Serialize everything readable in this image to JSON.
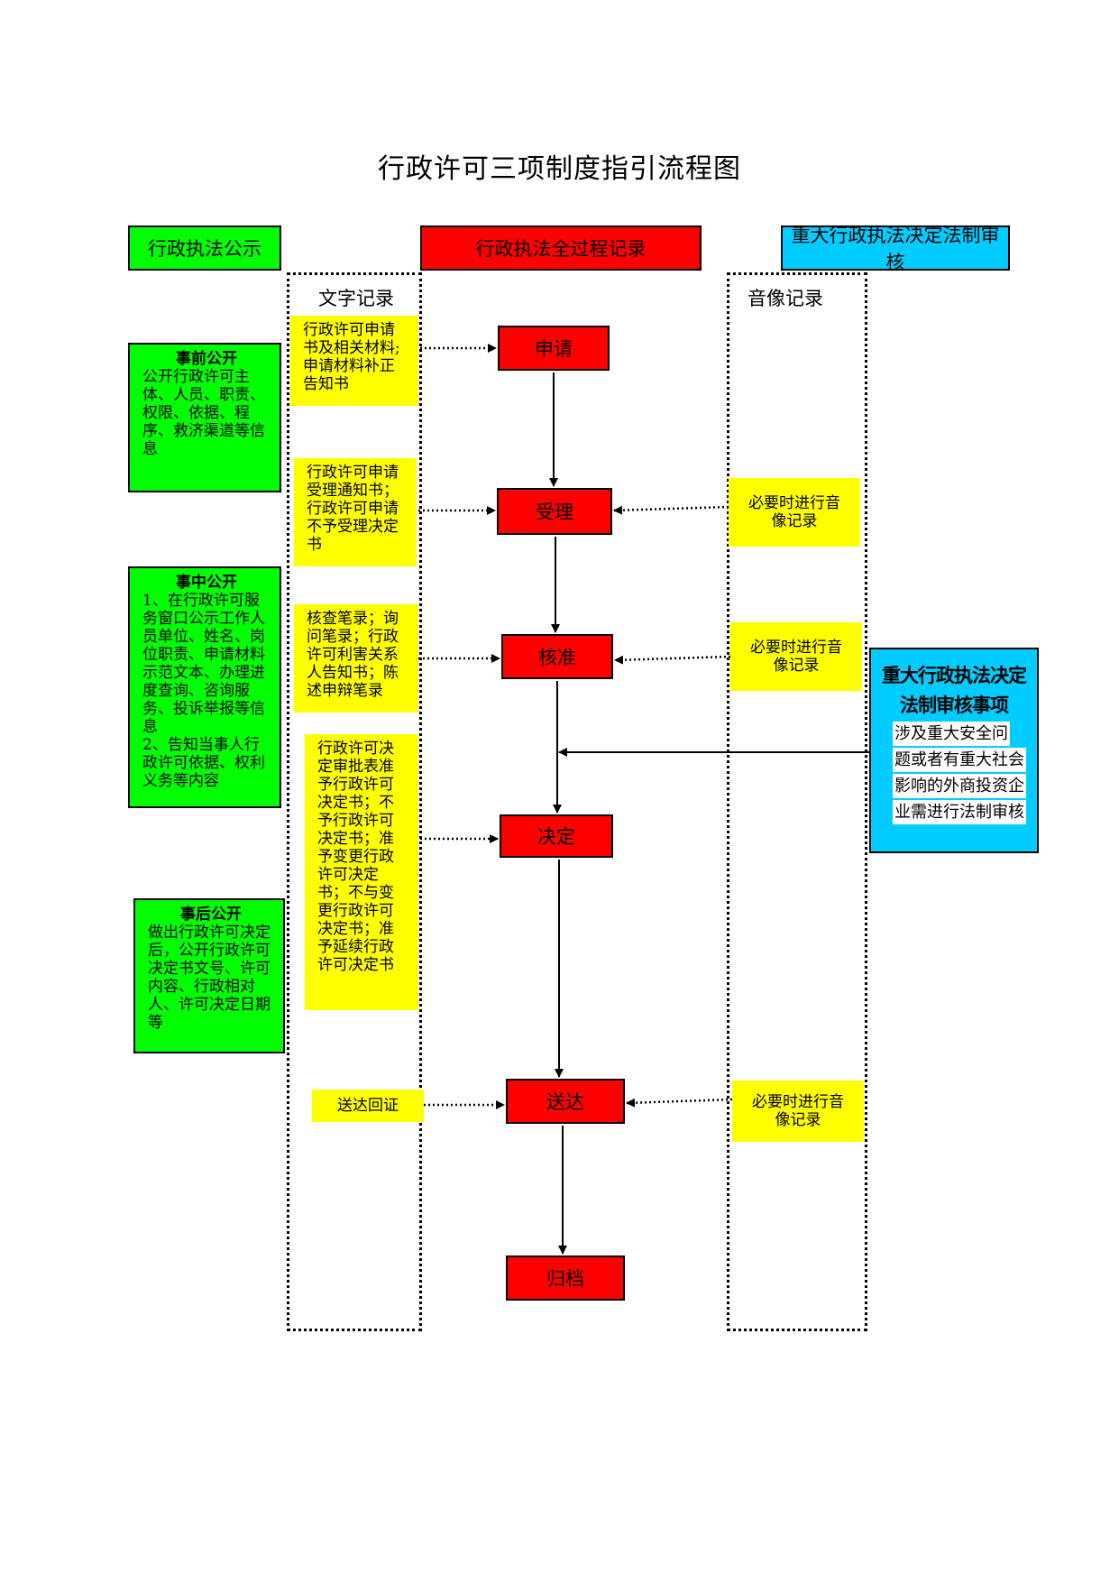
{
  "title": "行政许可三项制度指引流程图",
  "headers": {
    "disclosure": "行政执法公示",
    "process_record": "行政执法全过程记录",
    "legal_review": "重大行政执法决定法制审核"
  },
  "columns": {
    "text_record": "文字记录",
    "av_record": "音像记录"
  },
  "disclosure_boxes": [
    {
      "title": "事前公开",
      "body": "公开行政许可主体、人员、职责、权限、依据、程序、救济渠道等信息"
    },
    {
      "title": "事中公开",
      "body": " 1、在行政许可服务窗口公示工作人员单位、姓名、岗位职责、申请材料示范文本、办理进度查询、咨询服务、投诉举报等信息\n2、告知当事人行政许可依据、权利义务等内容"
    },
    {
      "title": "事后公开",
      "body": "做出行政许可决定后，公开行政许可决定书文号、许可内容、行政相对人、许可决定日期等"
    }
  ],
  "text_records": [
    "行政许可申请书及相关材料;申请材料补正告知书",
    "行政许可申请受理通知书；行政许可申请不予受理决定书",
    " 核查笔录；询问笔录；行政许可利害关系人告知书；陈述申辩笔录",
    " 行政许可决定审批表准予行政许可决定书；不予行政许可决定书；准予变更行政许可决定书；不与变更行政许可决定书；准予延续行政许可决定书",
    "送达回证"
  ],
  "av_records": [
    "必要时进行音像记录",
    "必要时进行音像记录",
    "必要时进行音像记录"
  ],
  "steps": [
    "申请",
    "受理",
    "核准",
    "决定",
    "送达",
    "归档"
  ],
  "legal_review_box": {
    "title": "重大行政执法决定法制审核事项",
    "lines": [
      "涉及重大安全问",
      "题或者有重大社会",
      "影响的外商投资企",
      "业需进行法制审核"
    ]
  },
  "colors": {
    "disclosure": "#00ff00",
    "process": "#ff0000",
    "record": "#ffff00",
    "review": "#00ccff"
  }
}
